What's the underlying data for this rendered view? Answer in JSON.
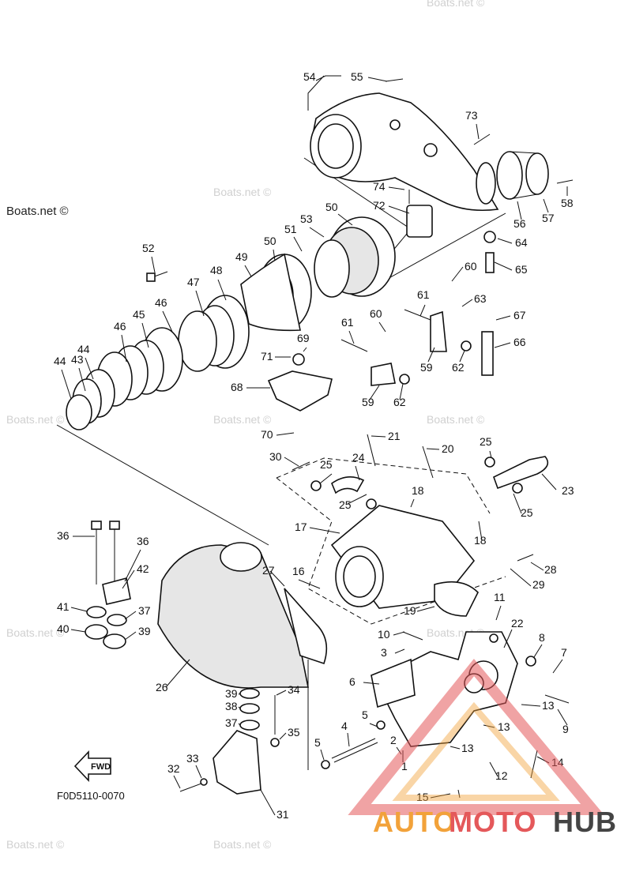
{
  "diagram": {
    "code": "F0D5110-0070",
    "fwd_label": "FWD",
    "watermark": "Boats.net ©",
    "logo": {
      "part1": "AUTO",
      "part2": "MOTO",
      "part3": "HUB"
    },
    "colors": {
      "logo_orange": "#f2a23a",
      "logo_red": "#e4585a",
      "logo_gray": "#444444"
    },
    "callouts": [
      {
        "num": "54"
      },
      {
        "num": "55"
      },
      {
        "num": "73"
      },
      {
        "num": "74"
      },
      {
        "num": "72"
      },
      {
        "num": "58"
      },
      {
        "num": "56"
      },
      {
        "num": "57"
      },
      {
        "num": "64"
      },
      {
        "num": "65"
      },
      {
        "num": "60"
      },
      {
        "num": "63"
      },
      {
        "num": "61"
      },
      {
        "num": "67"
      },
      {
        "num": "66"
      },
      {
        "num": "59"
      },
      {
        "num": "62"
      },
      {
        "num": "50"
      },
      {
        "num": "53"
      },
      {
        "num": "51"
      },
      {
        "num": "50"
      },
      {
        "num": "49"
      },
      {
        "num": "52"
      },
      {
        "num": "47"
      },
      {
        "num": "48"
      },
      {
        "num": "46"
      },
      {
        "num": "45"
      },
      {
        "num": "46"
      },
      {
        "num": "44"
      },
      {
        "num": "43"
      },
      {
        "num": "44"
      },
      {
        "num": "69"
      },
      {
        "num": "71"
      },
      {
        "num": "61"
      },
      {
        "num": "60"
      },
      {
        "num": "68"
      },
      {
        "num": "59"
      },
      {
        "num": "62"
      },
      {
        "num": "70"
      },
      {
        "num": "21"
      },
      {
        "num": "20"
      },
      {
        "num": "25"
      },
      {
        "num": "30"
      },
      {
        "num": "24"
      },
      {
        "num": "25"
      },
      {
        "num": "23"
      },
      {
        "num": "18"
      },
      {
        "num": "25"
      },
      {
        "num": "25"
      },
      {
        "num": "17"
      },
      {
        "num": "18"
      },
      {
        "num": "36"
      },
      {
        "num": "36"
      },
      {
        "num": "42"
      },
      {
        "num": "27"
      },
      {
        "num": "16"
      },
      {
        "num": "28"
      },
      {
        "num": "29"
      },
      {
        "num": "41"
      },
      {
        "num": "37"
      },
      {
        "num": "19"
      },
      {
        "num": "11"
      },
      {
        "num": "40"
      },
      {
        "num": "39"
      },
      {
        "num": "22"
      },
      {
        "num": "10"
      },
      {
        "num": "8"
      },
      {
        "num": "3"
      },
      {
        "num": "7"
      },
      {
        "num": "6"
      },
      {
        "num": "26"
      },
      {
        "num": "39"
      },
      {
        "num": "34"
      },
      {
        "num": "38"
      },
      {
        "num": "13"
      },
      {
        "num": "9"
      },
      {
        "num": "37"
      },
      {
        "num": "5"
      },
      {
        "num": "4"
      },
      {
        "num": "35"
      },
      {
        "num": "13"
      },
      {
        "num": "2"
      },
      {
        "num": "5"
      },
      {
        "num": "13"
      },
      {
        "num": "33"
      },
      {
        "num": "32"
      },
      {
        "num": "12"
      },
      {
        "num": "1"
      },
      {
        "num": "14"
      },
      {
        "num": "31"
      },
      {
        "num": "15"
      }
    ]
  }
}
